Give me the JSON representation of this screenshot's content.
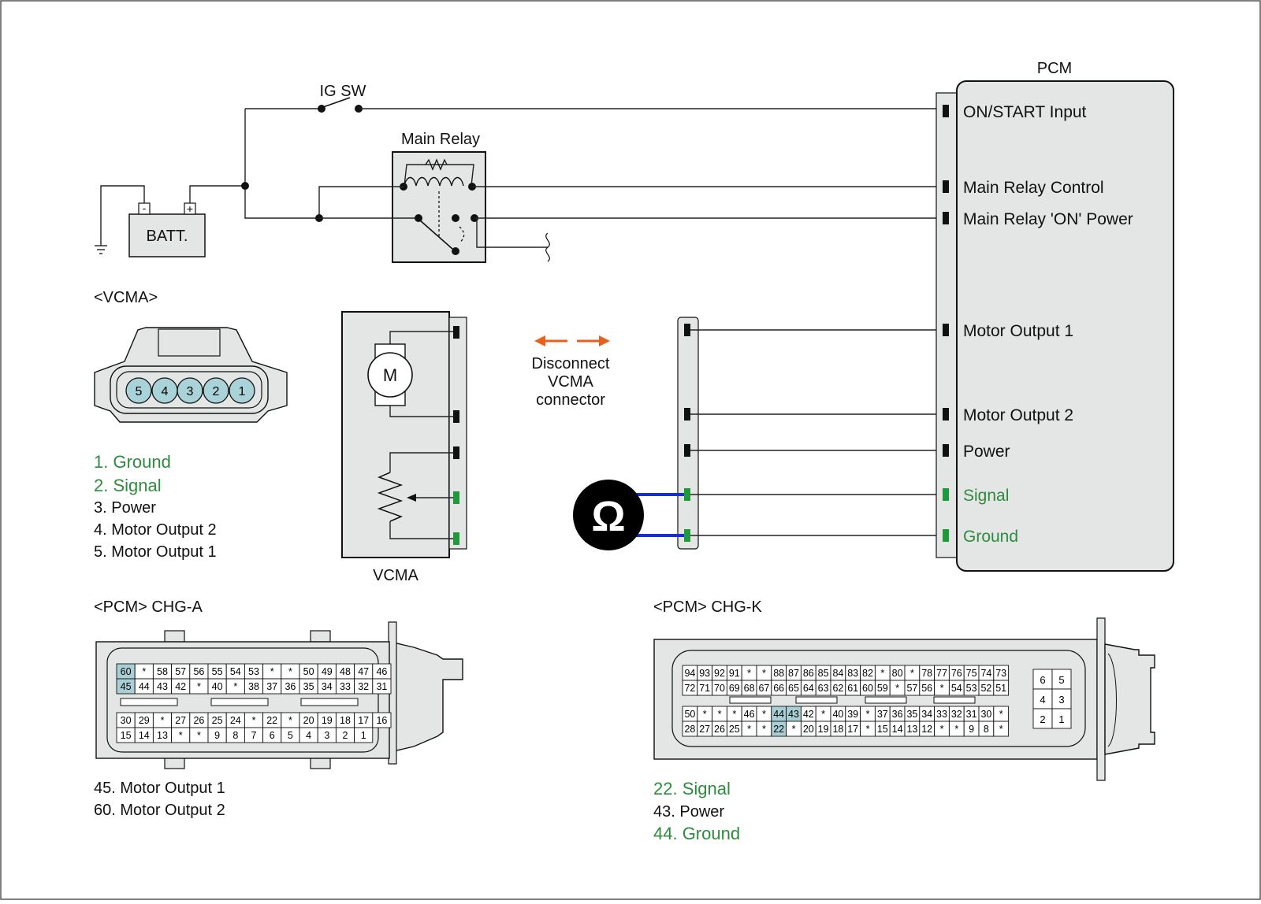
{
  "top": {
    "ig_sw": "IG SW",
    "main_relay": "Main Relay",
    "batt": "BATT.",
    "batt_minus": "-",
    "batt_plus": "+",
    "pcm_title": "PCM",
    "pcm_pins": [
      {
        "label": "ON/START Input",
        "color": "#111111"
      },
      {
        "label": "Main Relay Control",
        "color": "#111111"
      },
      {
        "label": "Main Relay  'ON' Power",
        "color": "#111111"
      },
      {
        "label": "Motor Output 1",
        "color": "#111111"
      },
      {
        "label": "Motor Output 2",
        "color": "#111111"
      },
      {
        "label": "Power",
        "color": "#111111"
      },
      {
        "label": "Signal",
        "color": "#2e8b3e"
      },
      {
        "label": "Ground",
        "color": "#2e8b3e"
      }
    ],
    "disconnect": [
      "Disconnect",
      "VCMA",
      "connector"
    ],
    "motor": "M",
    "vcma_label": "VCMA",
    "ohm": "Ω"
  },
  "vcma": {
    "title": "<VCMA>",
    "pin_numbers": [
      "5",
      "4",
      "3",
      "2",
      "1"
    ],
    "legend": [
      {
        "text": "1. Ground",
        "color": "#2e8b3e"
      },
      {
        "text": "2. Signal",
        "color": "#2e8b3e"
      },
      {
        "text": "3. Power",
        "color": "#111111"
      },
      {
        "text": "4. Motor Output 2",
        "color": "#111111"
      },
      {
        "text": "5. Motor Output 1",
        "color": "#111111"
      }
    ]
  },
  "chg_a": {
    "title": "<PCM> CHG-A",
    "rows": [
      [
        "60",
        "*",
        "58",
        "57",
        "56",
        "55",
        "54",
        "53",
        "*",
        "*",
        "50",
        "49",
        "48",
        "47",
        "46"
      ],
      [
        "45",
        "44",
        "43",
        "42",
        "*",
        "40",
        "*",
        "38",
        "37",
        "36",
        "35",
        "34",
        "33",
        "32",
        "31"
      ],
      [
        "30",
        "29",
        "*",
        "27",
        "26",
        "25",
        "24",
        "*",
        "22",
        "*",
        "20",
        "19",
        "18",
        "17",
        "16"
      ],
      [
        "15",
        "14",
        "13",
        "*",
        "*",
        "9",
        "8",
        "7",
        "6",
        "5",
        "4",
        "3",
        "2",
        "1"
      ]
    ],
    "highlight": [
      "60",
      "45"
    ],
    "legend": [
      {
        "text": "45. Motor Output 1",
        "color": "#111111"
      },
      {
        "text": "60. Motor Output 2",
        "color": "#111111"
      }
    ]
  },
  "chg_k": {
    "title": "<PCM> CHG-K",
    "rows": [
      [
        "94",
        "93",
        "92",
        "91",
        "*",
        "*",
        "88",
        "87",
        "86",
        "85",
        "84",
        "83",
        "82",
        "*",
        "80",
        "*",
        "78",
        "77",
        "76",
        "75",
        "74",
        "73"
      ],
      [
        "72",
        "71",
        "70",
        "69",
        "68",
        "67",
        "66",
        "65",
        "64",
        "63",
        "62",
        "61",
        "60",
        "59",
        "*",
        "57",
        "56",
        "*",
        "54",
        "53",
        "52",
        "51"
      ],
      [
        "50",
        "*",
        "*",
        "*",
        "46",
        "*",
        "44",
        "43",
        "42",
        "*",
        "40",
        "39",
        "*",
        "37",
        "36",
        "35",
        "34",
        "33",
        "32",
        "31",
        "30",
        "*"
      ],
      [
        "28",
        "27",
        "26",
        "25",
        "*",
        "*",
        "22",
        "*",
        "20",
        "19",
        "18",
        "17",
        "*",
        "15",
        "14",
        "13",
        "12",
        "*",
        "*",
        "9",
        "8",
        "*"
      ]
    ],
    "small_block": [
      [
        "6",
        "5"
      ],
      [
        "4",
        "3"
      ],
      [
        "2",
        "1"
      ]
    ],
    "highlight": [
      "44",
      "43",
      "22"
    ],
    "legend": [
      {
        "text": "22. Signal",
        "color": "#2e8b3e"
      },
      {
        "text": "43. Power",
        "color": "#111111"
      },
      {
        "text": "44. Ground",
        "color": "#2e8b3e"
      }
    ]
  },
  "colors": {
    "connector_fill": "#e4e6e6",
    "pin_highlight": "#a9cfd6",
    "vcma_pin": "#a9d3d9",
    "ohm_lead": "#1530d0",
    "arrow": "#e8601c",
    "green_terminal": "#1f9a3a"
  }
}
